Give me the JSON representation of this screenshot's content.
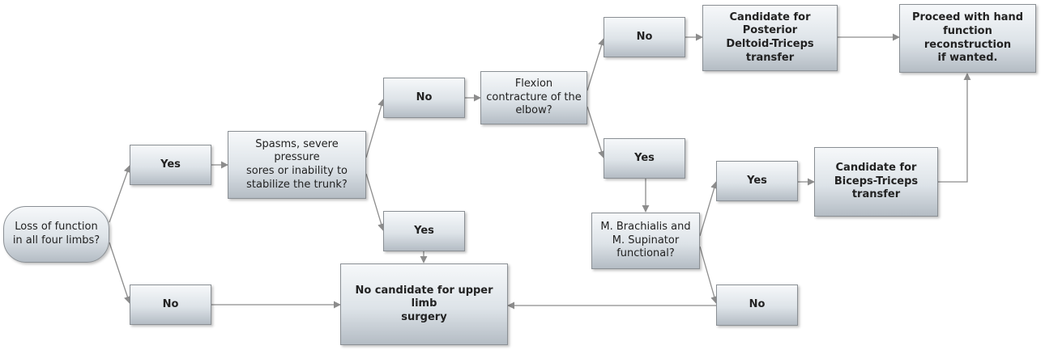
{
  "diagram": {
    "nodes": {
      "start": {
        "line1": "Loss of function",
        "line2": "in all four limbs?"
      },
      "yes_1": {
        "label": "Yes"
      },
      "no_1": {
        "label": "No"
      },
      "spasms_question": {
        "line1": "Spasms, severe pressure",
        "line2": "sores or inability to",
        "line3": "stabilize the trunk?"
      },
      "no_2": {
        "label": "No"
      },
      "yes_2": {
        "label": "Yes"
      },
      "flexion_question": {
        "line1": "Flexion",
        "line2": "contracture of the",
        "line3": "elbow?"
      },
      "no_3": {
        "label": "No"
      },
      "yes_3": {
        "label": "Yes"
      },
      "posterior_deltoid_outcome": {
        "line1": "Candidate for Posterior",
        "line2": "Deltoid-Triceps",
        "line3": "transfer"
      },
      "hand_function_outcome": {
        "line1": "Proceed with hand",
        "line2": "function reconstruction",
        "line3": "if wanted."
      },
      "brachialis_question": {
        "line1": "M. Brachialis and",
        "line2": "M. Supinator",
        "line3": "functional?"
      },
      "yes_4": {
        "label": "Yes"
      },
      "no_4": {
        "label": "No"
      },
      "biceps_triceps_outcome": {
        "line1": "Candidate for",
        "line2": "Biceps-Triceps",
        "line3": "transfer"
      },
      "no_candidate_outcome": {
        "line1": "No candidate for upper limb",
        "line2": "surgery"
      }
    },
    "colors": {
      "box_top": "#f6f8fa",
      "box_bottom": "#b4bcc4",
      "border": "#8a8f94",
      "connector": "#8c8c8c"
    }
  }
}
